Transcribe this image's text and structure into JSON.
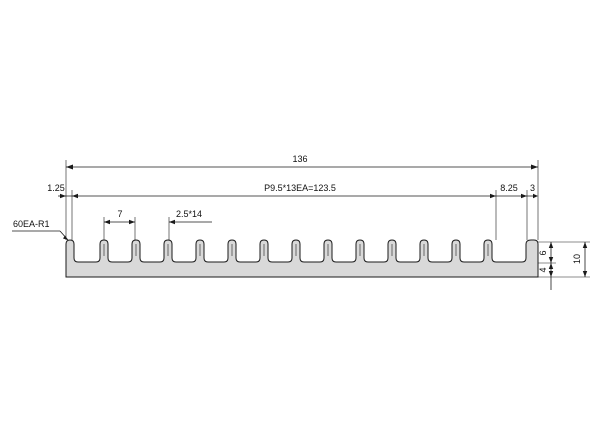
{
  "diagram": {
    "colors": {
      "background": "#ffffff",
      "profile_fill": "#d9d9d9",
      "line": "#1a1a1a"
    },
    "labels": {
      "overall_length": "136",
      "left_offset": "1.25",
      "pitch_total": "P9.5*13EA=123.5",
      "right_offset": "8.25",
      "right_end": "3",
      "slot_pitch": "7",
      "slot_size": "2.5*14",
      "radius_note": "60EA-R1",
      "base_height": "4",
      "slot_depth": "6",
      "total_height": "10"
    }
  }
}
